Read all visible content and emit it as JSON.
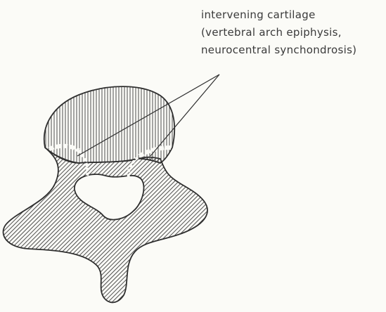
{
  "annotation": {
    "lines": [
      "intervening  cartilage",
      "(vertebral  arch  epiphysis,",
      "neurocentral  synchondrosis)"
    ]
  },
  "colors": {
    "background": "#fbfbf7",
    "ink": "#3a3a3a"
  }
}
